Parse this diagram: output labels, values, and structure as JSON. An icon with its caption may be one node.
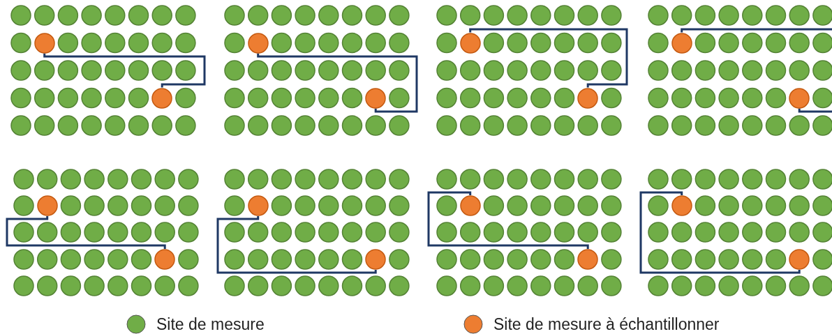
{
  "diagram": {
    "nodes": [
      {
        "text": [],
        "shape": "circle"
      },
      {
        "text": [],
        "shape": "circle"
      },
      {
        "text": [],
        "shape": "circle"
      },
      {
        "text": [],
        "shape": "circle"
      },
      {
        "text": [],
        "shape": "circle"
      },
      {
        "text": [],
        "shape": "circle"
      },
      {
        "text": [],
        "shape": "circle"
      },
      {
        "text": [],
        "shape": "circle"
      },
      {
        "text": [],
        "shape": "circle"
      },
      {
        "text": [],
        "shape": "circle"
      },
      {
        "text": [],
        "shape": "circle"
      },
      {
        "text": [],
        "shape": "circle"
      },
      {
        "text": [],
        "shape": "circle"
      },
      {
        "text": [],
        "shape": "circle"
      },
      {
        "text": [],
        "shape": "circle"
      },
      {
        "text": [],
        "shape": "circle"
      }
    ],
    "edges": [
      {
        "from": 0,
        "to": 1,
        "arrow": "none"
      },
      {
        "from": 2,
        "to": 3,
        "arrow": "none"
      },
      {
        "from": 4,
        "to": 5,
        "arrow": "none"
      },
      {
        "from": 6,
        "to": 7,
        "arrow": "none"
      },
      {
        "from": 8,
        "to": 9,
        "arrow": "none"
      },
      {
        "from": 10,
        "to": 11,
        "arrow": "none"
      },
      {
        "from": 12,
        "to": 13,
        "arrow": "none"
      },
      {
        "from": 14,
        "to": 15,
        "arrow": "none"
      }
    ],
    "legend": [
      {
        "text": "Site de mesure",
        "color": "#70ad47"
      },
      {
        "text": "Site de mesure à échantillonner",
        "color": "#ed7d31"
      }
    ]
  }
}
